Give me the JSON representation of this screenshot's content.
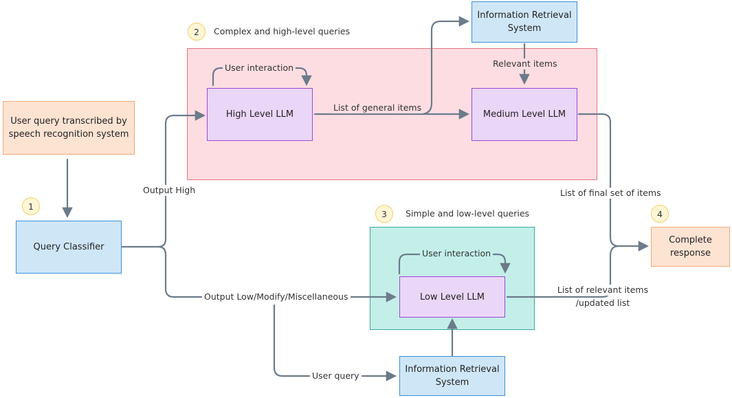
{
  "boxes": {
    "user_query": "User query transcribed by speech recognition system",
    "query_classifier": "Query Classifier",
    "high_llm": "High Level LLM",
    "medium_llm": "Medium Level LLM",
    "low_llm": "Low Level LLM",
    "ir_top": "Information Retrieval System",
    "ir_bottom": "Information Retrieval System",
    "complete": "Complete response"
  },
  "badges": {
    "b1": "1",
    "b2": "2",
    "b3": "3",
    "b4": "4"
  },
  "regions": {
    "complex": "Complex and high-level queries",
    "simple": "Simple and low-level queries"
  },
  "edges": {
    "output_high": "Output High",
    "output_low": "Output Low/Modify/Miscellaneous",
    "user_query": "User query",
    "list_general": "List of general items",
    "relevant_items": "Relevant items",
    "user_interaction_high": "User interaction",
    "user_interaction_low": "User interaction",
    "list_final": "List of final set of items",
    "list_relevant_1": "List of relevant items",
    "list_relevant_2": "/updated list"
  },
  "colors": {
    "wire": "#6b7b8a",
    "orange": "#f4a877",
    "blue": "#3a8fd8",
    "purple": "#9d48d2",
    "pink_region": "#fddde2",
    "teal_region": "#c4efe9",
    "badge": "#f3cf66"
  }
}
